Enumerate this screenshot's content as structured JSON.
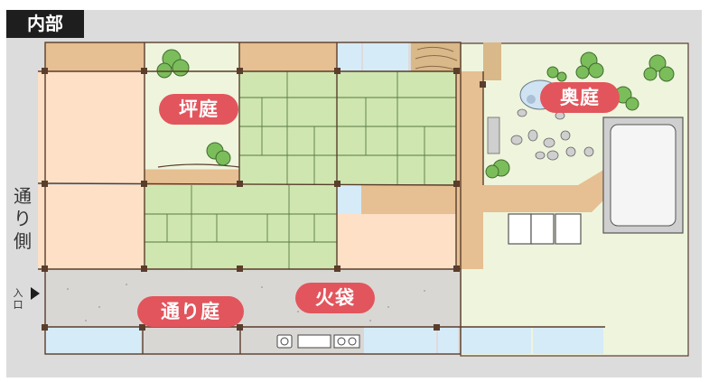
{
  "header": {
    "title": "内部"
  },
  "labels": {
    "tsuboniwa": "坪庭",
    "okuniwa": "奥庭",
    "toriniwa": "通り庭",
    "hibukuro": "火袋",
    "side": "通り側",
    "entrance": "入口"
  },
  "colors": {
    "tatami": "#cfe6b0",
    "room": "#fde0c5",
    "wood": "#e6bf92",
    "garden": "#eef5dc",
    "earth_floor": "#d9d7d4",
    "window": "#d6ebf8",
    "label": "#e2555c"
  }
}
